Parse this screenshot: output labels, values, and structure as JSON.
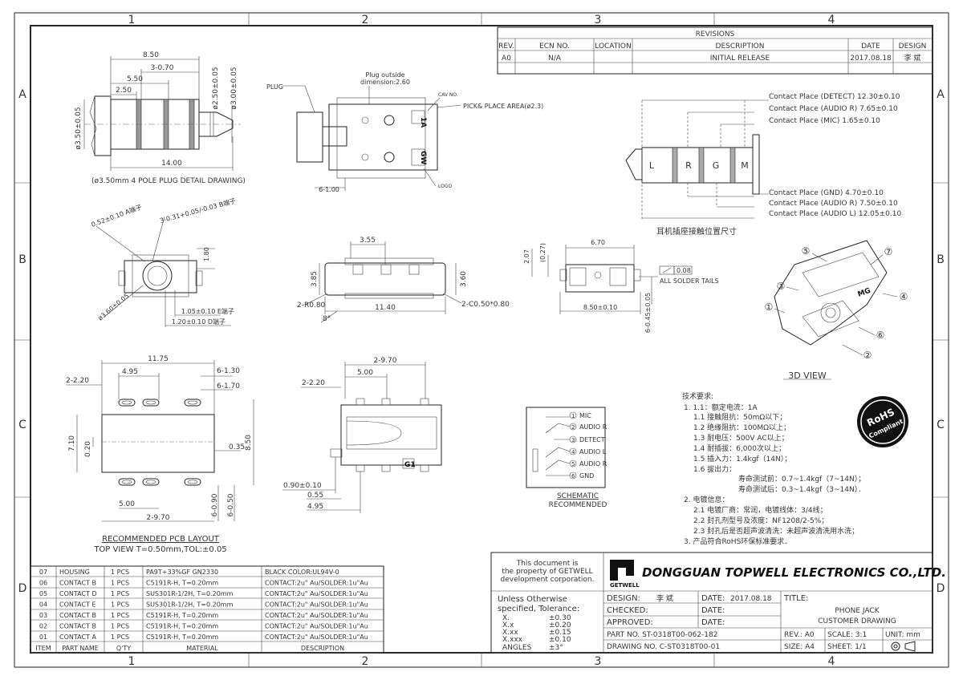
{
  "grid": {
    "cols": [
      "1",
      "2",
      "3",
      "4"
    ],
    "rows": [
      "A",
      "B",
      "C",
      "D"
    ]
  },
  "revisions": {
    "title": "REVISIONS",
    "headers": [
      "REV.",
      "ECN NO.",
      "LOCATION",
      "DESCRIPTION",
      "DATE",
      "DESIGN"
    ],
    "row": [
      "A0",
      "N/A",
      "",
      "INITIAL RELEASE",
      "2017.08.18",
      "李 斌"
    ]
  },
  "plug_detail": {
    "dims": [
      "8.50",
      "3-0.70",
      "5.50",
      "2.50",
      "14.00"
    ],
    "vdims": [
      "ø3.50±0.05",
      "ø2.50±0.05",
      "ø3.00±0.05"
    ],
    "caption": "(ø3.50mm 4 POLE PLUG DETAIL DRAWING)"
  },
  "top_view": {
    "plug": "PLUG",
    "outside": "Plug outside",
    "outside2": "dimension:2.60",
    "cav": "CAV NO.",
    "pick": "PICK& PLACE AREA(ø2.3)",
    "logo": "LOGO",
    "dim": "6-1.00",
    "mark1": "1A",
    "mark2": "GW"
  },
  "contact_place": {
    "upper": [
      "Contact Place (DETECT) 12.30±0.10",
      "Contact Place (AUDIO R) 7.65±0.10",
      "Contact Place (MIC) 1.65±0.10"
    ],
    "lower": [
      "Contact Place (GND) 4.70±0.10",
      "Contact Place (AUDIO R) 7.50±0.10",
      "Contact Place (AUDIO L) 12.05±0.10"
    ],
    "letters": [
      "L",
      "R",
      "G",
      "M"
    ],
    "caption": "耳机插座接触位置尺寸"
  },
  "front_view": {
    "dims": [
      "0.52±0.10 A端子",
      "3-0.31+0.05/-0.03 B端子",
      "1.80",
      "ø3.60±0.05",
      "1.05±0.10 E端子",
      "1.20±0.10 D端子"
    ]
  },
  "side_view": {
    "dims": [
      "3.55",
      "3.85",
      "3.60",
      "2-R0.80",
      "11.40",
      "2-C0.50*0.80",
      "8°"
    ]
  },
  "end_view": {
    "dims": [
      "6.70",
      "2.07",
      "(0.27)",
      "8.50±0.10",
      "6-0.45±0.05"
    ],
    "flatness": "0.08",
    "flatness_note": "ALL SOLDER TAILS"
  },
  "view3d": {
    "caption": "3D VIEW",
    "balloons": [
      "①",
      "②",
      "③",
      "④",
      "⑤",
      "⑥",
      "⑦"
    ],
    "mark": "MG"
  },
  "pcb": {
    "dims": [
      "11.75",
      "4.95",
      "6-1.30",
      "6-1.70",
      "2-2.20",
      "7.10",
      "0.20",
      "0.35",
      "8.50",
      "5.00",
      "2-9.70",
      "6-0.90",
      "6-0.50"
    ],
    "title": "RECOMMENDED PCB LAYOUT",
    "subtitle": "TOP VIEW T=0.50mm,TOL:±0.05"
  },
  "pad_view": {
    "dims": [
      "2-9.70",
      "5.00",
      "2-2.20",
      "0.90±0.10",
      "0.55",
      "4.95"
    ],
    "mark": "G1"
  },
  "schematic": {
    "pins": [
      {
        "n": "1",
        "label": "MIC"
      },
      {
        "n": "2",
        "label": "AUDIO R"
      },
      {
        "n": "3",
        "label": "DETECT"
      },
      {
        "n": "4",
        "label": "AUDIO L"
      },
      {
        "n": "5",
        "label": "AUDIO R"
      },
      {
        "n": "6",
        "label": "GND"
      }
    ],
    "title": "SCHEMATIC",
    "subtitle": "RECOMMENDED"
  },
  "requirements": {
    "title": "技术要求:",
    "lines": [
      "1. 1.1：额定电流：1A",
      "1.1 接触阻抗：50mΩ以下；",
      "1.2 绝缘阻抗：100MΩ以上；",
      "1.3 耐电压：500V AC以上；",
      "1.4 耐插拔：6,000次以上；",
      "1.5 插入力：1.4kgf（14N）；",
      "1.6 拔出力：",
      "寿命测试前：0.7~1.4kgf（7~14N）；",
      "寿命测试后：0.3~1.4kgf（3~14N）．",
      "2. 电镀信息：",
      "2.1 电镀厂商：常润，电镀线体：3/4线；",
      "2.2 封孔剂型号及浓度：NF1208/2-5%；",
      "2.3 封孔后是否超声波清洗：未超声波清洗用水洗；",
      "3. 产品符合RoHS环保标准要求．"
    ]
  },
  "rohs": {
    "top": "RoHS",
    "bottom": "Compliant"
  },
  "bom": {
    "headers": [
      "ITEM",
      "PART NAME",
      "Q'TY",
      "MATERIAL",
      "DESCRIPTION"
    ],
    "rows": [
      [
        "07",
        "HOUSING",
        "1 PCS",
        "PA9T+33%GF GN2330",
        "BLACK COLOR:UL94V-0"
      ],
      [
        "06",
        "CONTACT B",
        "1 PCS",
        "C5191R-H, T=0.20mm",
        "CONTACT:2u\" Au/SOLDER:1u\"Au"
      ],
      [
        "05",
        "CONTACT D",
        "1 PCS",
        "SUS301R-1/2H, T=0.20mm",
        "CONTACT:2u\" Au/SOLDER:1u\"Au"
      ],
      [
        "04",
        "CONTACT E",
        "1 PCS",
        "SUS301R-1/2H, T=0.20mm",
        "CONTACT:2u\" Au/SOLDER:1u\"Au"
      ],
      [
        "03",
        "CONTACT B",
        "1 PCS",
        "C5191R-H, T=0.20mm",
        "CONTACT:2u\" Au/SOLDER:1u\"Au"
      ],
      [
        "02",
        "CONTACT B",
        "1 PCS",
        "C5191R-H, T=0.20mm",
        "CONTACT:2u\" Au/SOLDER:1u\"Au"
      ],
      [
        "01",
        "CONTACT A",
        "1 PCS",
        "C5191R-H, T=0.20mm",
        "CONTACT:2u\" Au/SOLDER:1u\"Au"
      ]
    ]
  },
  "title_block": {
    "property": [
      "This document is",
      "the property of GETWELL",
      "development corporation."
    ],
    "company": "DONGGUAN TOPWELL ELECTRONICS CO.,LTD.",
    "logo_text": "GETWELL",
    "tolerance_title": [
      "Unless Otherwise",
      "specified, Tolerance:"
    ],
    "tolerances": [
      [
        "X.",
        "±0.30"
      ],
      [
        "X.x",
        "±0.20"
      ],
      [
        "X.xx",
        "±0.15"
      ],
      [
        "X.xxx",
        "±0.10"
      ],
      [
        "ANGLES",
        "±3°"
      ]
    ],
    "design_label": "DESIGN:",
    "design": "李 斌",
    "checked_label": "CHECKED:",
    "approved_label": "APPROVED:",
    "date_label": "DATE:",
    "date": "2017.08.18",
    "title_label": "TITLE:",
    "title1": "PHONE JACK",
    "title2": "CUSTOMER DRAWING",
    "part_no": "PART NO. ST-0318T00-062-182",
    "drawing_no": "DRAWING NO. C-ST0318T00-01",
    "rev": "REV.: A0",
    "scale": "SCALE: 3:1",
    "unit": "UNIT: mm",
    "size": "SIZE: A4",
    "sheet": "SHEET: 1/1"
  }
}
